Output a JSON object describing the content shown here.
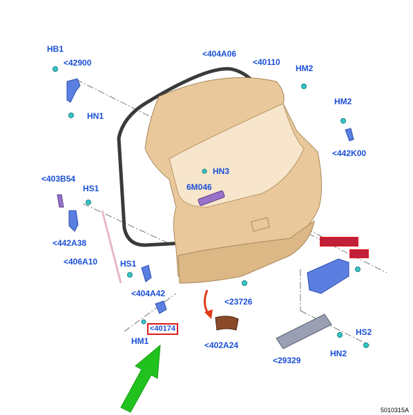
{
  "labels": {
    "hb1": "HB1",
    "p42900": "<42900",
    "hn1": "HN1",
    "p404a06": "<404A06",
    "p40110": "<40110",
    "hm2_top": "HM2",
    "hm2_right": "HM2",
    "p442k00": "<442K00",
    "hn3": "HN3",
    "p6m046": "6M046",
    "p403b54": "<403B54",
    "hs1_top": "HS1",
    "p442a38": "<442A38",
    "p406a10": "<406A10",
    "hs1_bottom": "HS1",
    "p404a42": "<404A42",
    "p23726": "<23726",
    "p40174": "<40174",
    "hm1": "HM1",
    "p402a24": "<402A24",
    "p29329": "<29329",
    "hn2": "HN2",
    "hs2": "HS2"
  },
  "figure_id": "5010315A",
  "colors": {
    "label_blue": "#1a4fd6",
    "highlight_red": "#e01a1a",
    "arrow_green": "#22c21e",
    "arrow_red": "#e03a1a",
    "liftgate_tan": "#e9c99b",
    "seal_gray": "#3a3a3a",
    "part_blue": "#5b7fe0",
    "part_purple": "#9a72c9",
    "fastener_cyan": "#35c7c9"
  }
}
